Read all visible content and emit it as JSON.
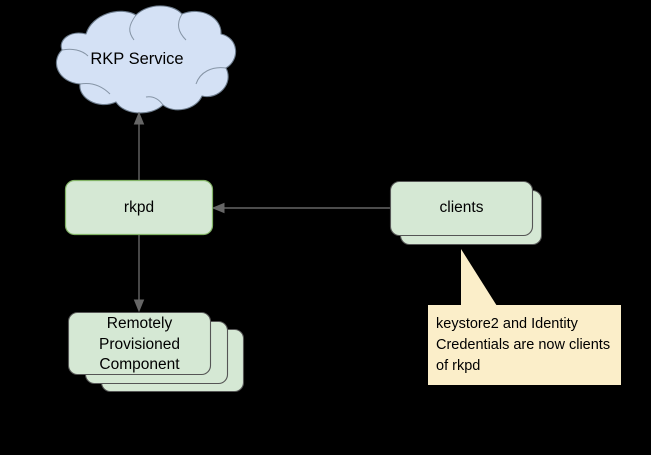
{
  "diagram": {
    "background_color": "#000000",
    "nodes": {
      "cloud": {
        "label": "RKP Service",
        "shape": "cloud",
        "fill": "#d4e1f5",
        "stroke": "#6c7b8b"
      },
      "rkpd": {
        "label": "rkpd",
        "shape": "rounded-rectangle",
        "fill": "#d5e8d4",
        "stroke": "#82b366"
      },
      "clients": {
        "label": "clients",
        "shape": "stacked-rounded-rectangle",
        "stack_count": 2,
        "fill": "#d5e8d4",
        "stroke": "#555555"
      },
      "rpc": {
        "label": "Remotely\nProvisioned\nComponent",
        "shape": "stacked-rounded-rectangle",
        "stack_count": 3,
        "fill": "#d5e8d4",
        "stroke": "#555555"
      }
    },
    "edges": [
      {
        "name": "rkpd-to-rkp-service",
        "from": "rkpd",
        "to": "cloud",
        "direction": "up",
        "stroke": "#666666"
      },
      {
        "name": "rkpd-to-rpc",
        "from": "rkpd",
        "to": "rpc",
        "direction": "down",
        "stroke": "#666666"
      },
      {
        "name": "clients-to-rkpd",
        "from": "clients",
        "to": "rkpd",
        "direction": "left",
        "stroke": "#666666"
      }
    ],
    "callout": {
      "text": "keystore2 and Identity Credentials are now clients of rkpd",
      "fill": "#fbeec9",
      "stroke": "#fbeec9",
      "points_to": "clients"
    }
  }
}
